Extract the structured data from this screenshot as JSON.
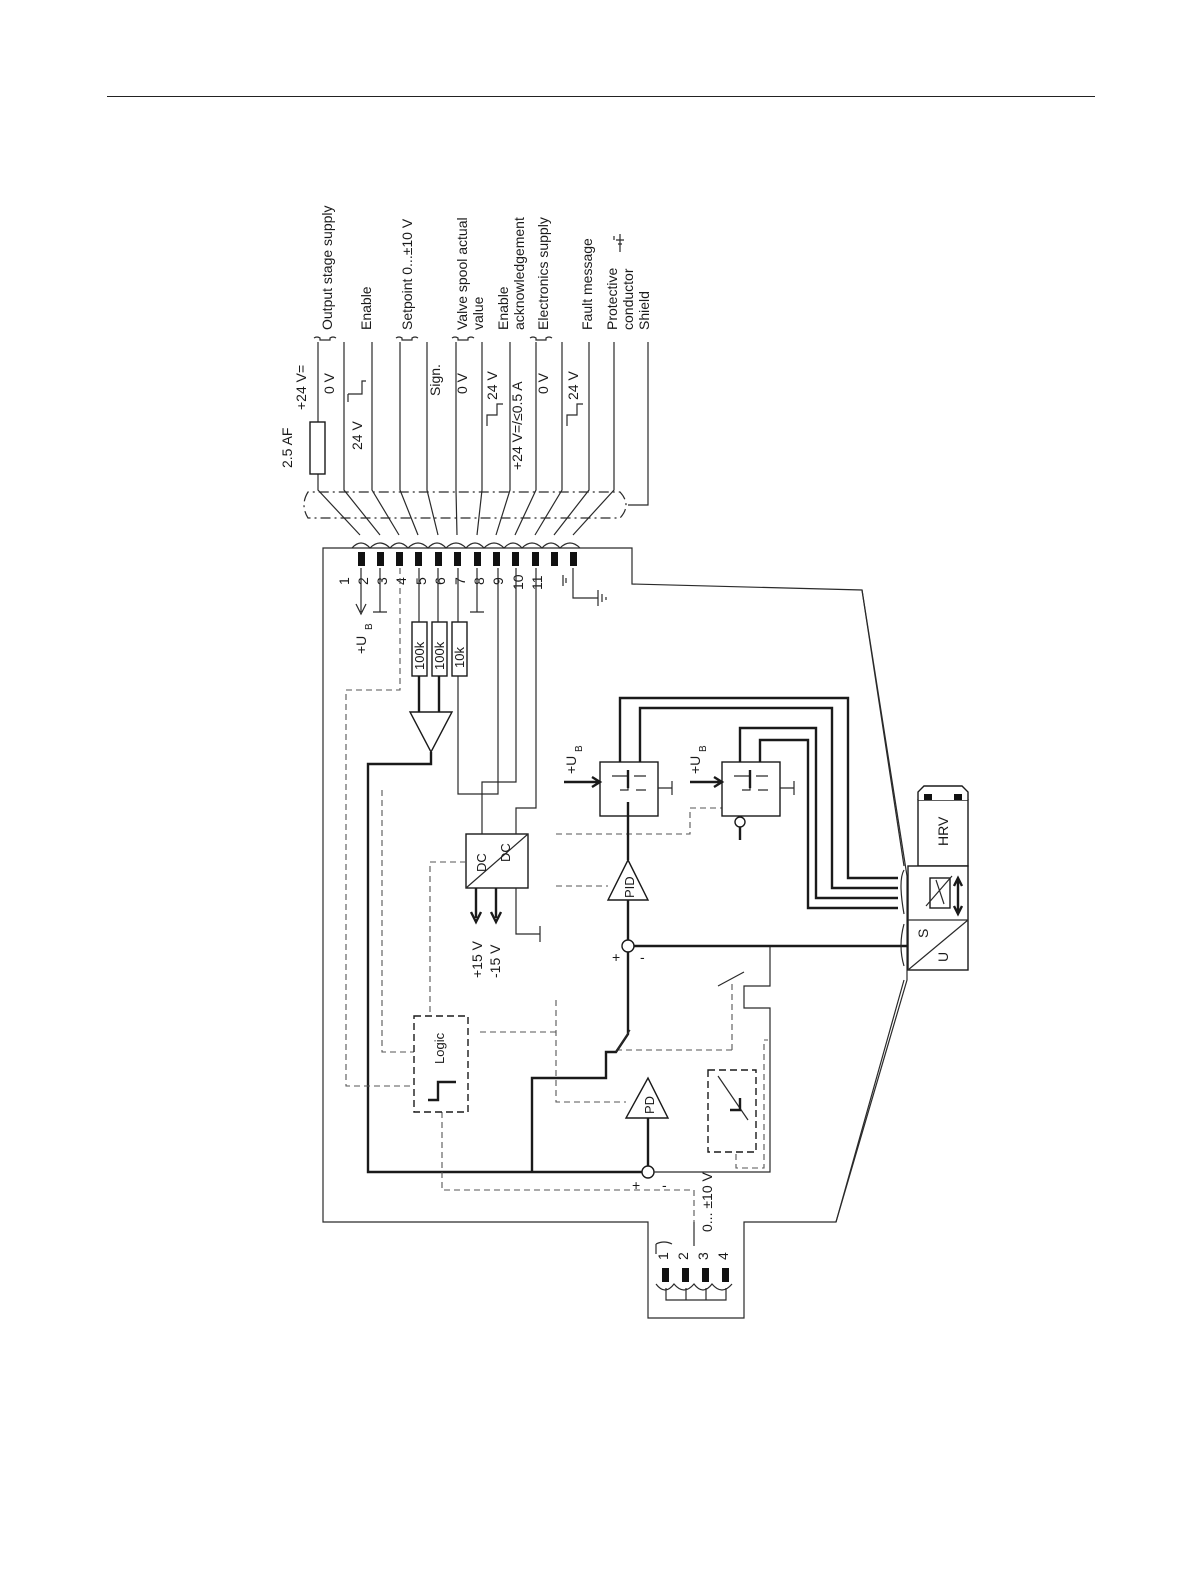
{
  "connector_signals": [
    "Output stage supply",
    "Enable",
    "Setpoint 0...±10 V",
    "Valve spool actual value",
    "Enable acknowledgement",
    "Electronics supply",
    "Fault message",
    "Protective conductor Shield"
  ],
  "connector_signal_lines": [
    [
      "Output stage supply"
    ],
    [
      "Enable"
    ],
    [
      "Setpoint 0...±10 V"
    ],
    [
      "Valve spool actual",
      "value"
    ],
    [
      "Enable",
      "acknowledgement"
    ],
    [
      "Electronics supply"
    ],
    [
      "Fault message"
    ],
    [
      "Protective",
      "conductor",
      "Shield"
    ]
  ],
  "wire_labels": {
    "fuse": "2.5 AF",
    "v24_dc": "+24 V=",
    "zero_v_1": "0 V",
    "enable_24v": "24 V",
    "sign": "Sign.",
    "zero_v_2": "0 V",
    "ack_24v": "24 V",
    "supply_24v": "+24 V=/≤0.5 A",
    "zero_v_3": "0 V",
    "fault_24v": "24 V"
  },
  "pins": [
    "1",
    "2",
    "3",
    "4",
    "5",
    "6",
    "7",
    "8",
    "9",
    "10",
    "11"
  ],
  "blocks": {
    "resistor_1": "100k",
    "resistor_2": "100k",
    "resistor_3": "10k",
    "dcdc_in": "DC",
    "dcdc_out": "DC",
    "pid": "PID",
    "pd": "PD",
    "logic": "Logic",
    "hrv": "HRV"
  },
  "labels": {
    "ub_main": "+U",
    "ub_main_sub": "B",
    "ub_amp1": "+U",
    "ub_amp1_sub": "B",
    "ub_amp2": "+U",
    "ub_amp2_sub": "B",
    "plus_15v": "+15 V",
    "minus_15v": "-15 V",
    "sum1_plus": "+",
    "sum1_minus": "-",
    "sum2_plus": "+",
    "sum2_minus": "-",
    "sensor_s": "S",
    "sensor_u": "U",
    "range_10v": "0... ±10 V"
  },
  "sensor_pins": [
    "1",
    "2",
    "3",
    "4"
  ]
}
